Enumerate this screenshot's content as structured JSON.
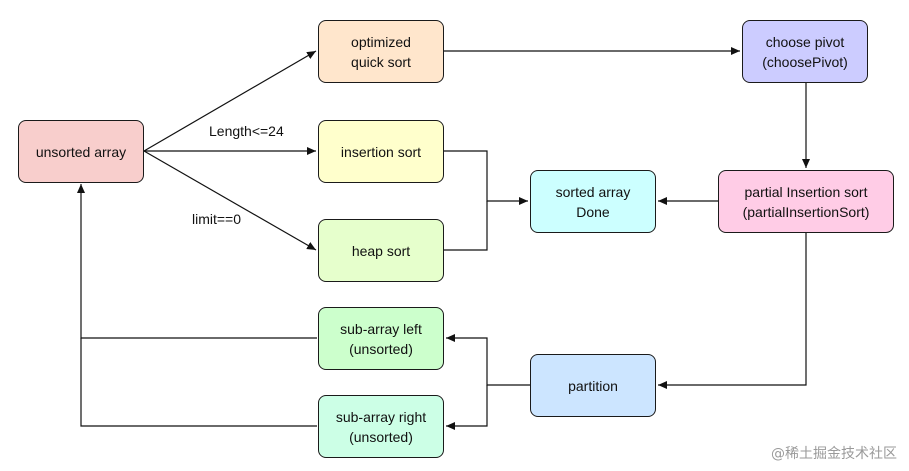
{
  "nodes": {
    "unsorted_array": {
      "label": "unsorted array",
      "color": "#F8CECC"
    },
    "optimized_quick_sort": {
      "label": "optimized\nquick sort",
      "color": "#FFE6CC"
    },
    "insertion_sort": {
      "label": "insertion sort",
      "color": "#FFFFCC"
    },
    "heap_sort": {
      "label": "heap sort",
      "color": "#E6FFCC"
    },
    "choose_pivot": {
      "label": "choose pivot\n(choosePivot)",
      "color": "#CCCCFF"
    },
    "sorted_array": {
      "label": "sorted array\nDone",
      "color": "#CCFFFF"
    },
    "partial_insertion_sort": {
      "label": "partial Insertion sort\n(partialInsertionSort)",
      "color": "#FFCCE6"
    },
    "sub_array_left": {
      "label": "sub-array left\n(unsorted)",
      "color": "#CCFFCC"
    },
    "sub_array_right": {
      "label": "sub-array right\n(unsorted)",
      "color": "#CCFFE6"
    },
    "partition": {
      "label": "partition",
      "color": "#CCE5FF"
    }
  },
  "edge_labels": {
    "length_condition": "Length<=24",
    "limit_condition": "limit==0"
  },
  "watermark": "@稀土掘金技术社区"
}
